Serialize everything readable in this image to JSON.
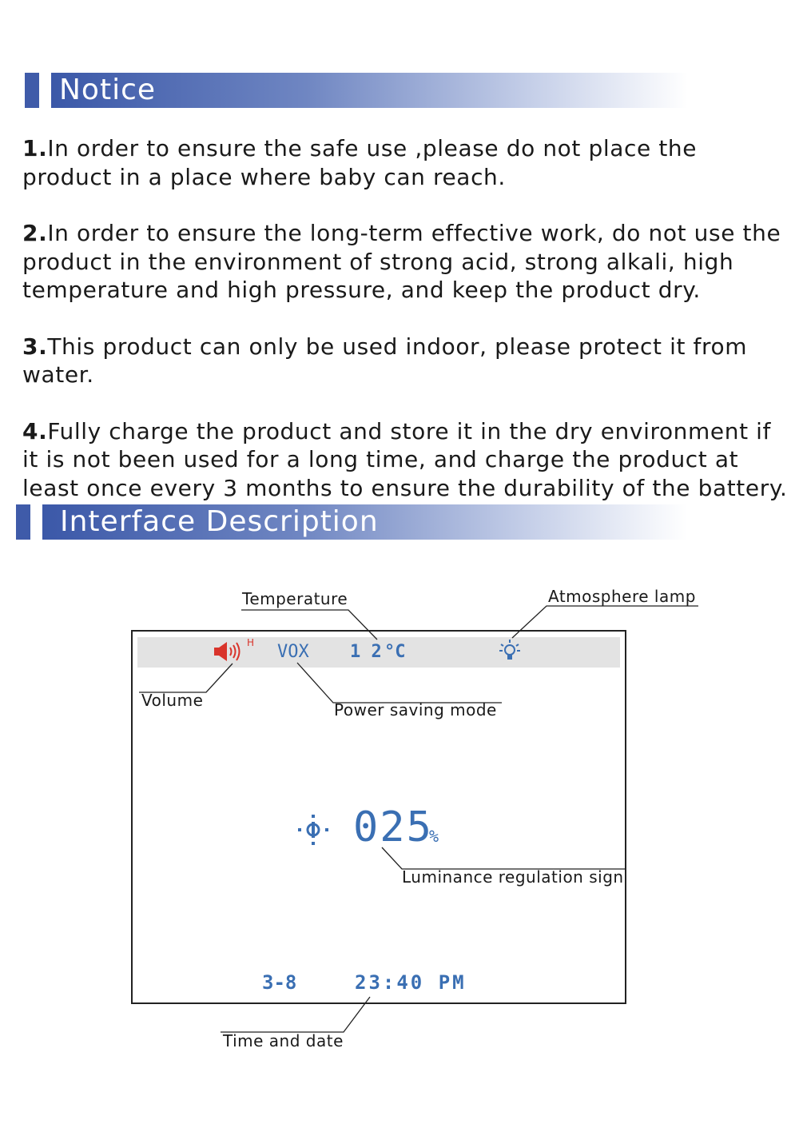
{
  "notice": {
    "title": "Notice",
    "items": [
      {
        "num": "1.",
        "text": "In order to ensure the safe use ,please do not place the product in a place where baby can reach."
      },
      {
        "num": "2.",
        "text": "In order to ensure the long-term effective work, do not use the product in the environment of strong acid, strong alkali, high temperature and high pressure, and keep the product dry."
      },
      {
        "num": "3.",
        "text": "This product can only be used indoor, please protect it from water."
      },
      {
        "num": "4.",
        "text": "Fully charge the product and store it in the dry environment if it is not been used for a long time, and charge the product at least once every 3 months to ensure the durability of the battery."
      }
    ]
  },
  "interface": {
    "title": "Interface Description",
    "labels": {
      "temperature": "Temperature",
      "atmosphere_lamp": "Atmosphere lamp",
      "volume": "Volume",
      "power_saving": "Power saving mode",
      "luminance": "Luminance regulation sign",
      "time_date": "Time and date"
    },
    "display": {
      "volume_level": "H",
      "vox": "VOX",
      "temperature_value": "1 2",
      "temperature_unit": "°C",
      "brightness_value": "025",
      "brightness_unit": "%",
      "date": "3-8",
      "time": "23:40 PM"
    }
  },
  "colors": {
    "accent": "#3f5ba9",
    "lcd": "#3a6fb3",
    "speaker": "#d9342b"
  },
  "icons": [
    "speaker-icon",
    "bulb-icon",
    "brightness-icon"
  ]
}
